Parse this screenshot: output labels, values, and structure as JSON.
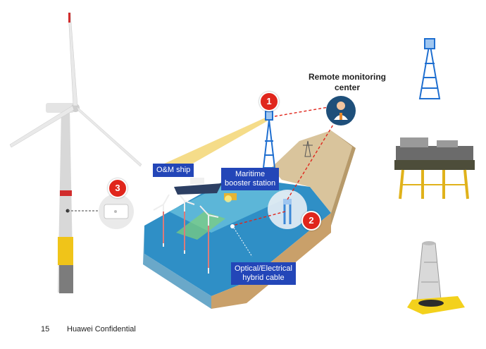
{
  "remote_center": {
    "line1": "Remote monitoring",
    "line2": "center"
  },
  "labels": {
    "om_ship": "O&M ship",
    "booster_line1": "Maritime",
    "booster_line2": "booster station",
    "cable_line1": "Optical/Electrical",
    "cable_line2": "hybrid cable"
  },
  "badges": {
    "b1": "1",
    "b2": "2",
    "b3": "3"
  },
  "footer": {
    "page_number": "15",
    "text": "Huawei Confidential"
  },
  "icons": [
    "wind-turbine-icon",
    "cell-tower-icon",
    "person-icon",
    "access-point-icon",
    "offshore-platform-icon",
    "offshore-tower-icon",
    "ship-icon",
    "pylon-icon"
  ],
  "colors": {
    "badge": "#e0261c",
    "label_bg": "#2346b8",
    "sea": "#2f8fc6",
    "beam": "#f2d36b",
    "tower": "#1f6fd0"
  }
}
